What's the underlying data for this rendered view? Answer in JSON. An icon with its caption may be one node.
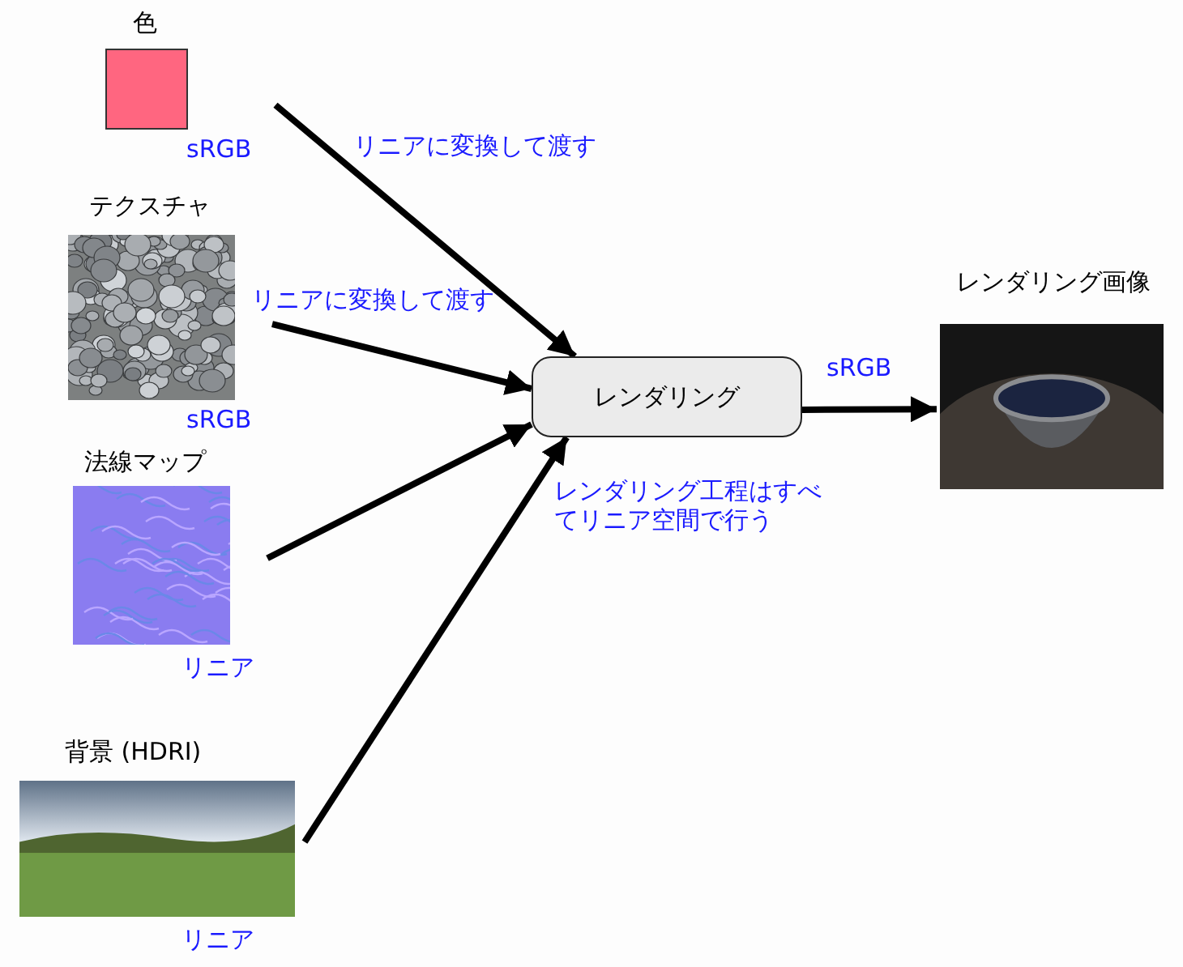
{
  "diagram": {
    "nodes": [
      {
        "text": [
          "色"
        ],
        "beside": [
          "sRGB"
        ]
      },
      {
        "text": [
          "テクスチャ"
        ],
        "beside": [
          "sRGB"
        ]
      },
      {
        "text": [
          "法線マップ"
        ],
        "beside": [
          "リニア"
        ]
      },
      {
        "text": [
          "背景 (HDRI)"
        ],
        "beside": [
          "リニア"
        ]
      },
      {
        "text": [
          "レンダリング"
        ]
      },
      {
        "text": [
          "レンダリング画像"
        ]
      }
    ],
    "edges": [
      {
        "from": 0,
        "to": 4,
        "arrow": "to",
        "label": "リニアに変換して渡す"
      },
      {
        "from": 1,
        "to": 4,
        "arrow": "to",
        "label": "リニアに変換して渡す"
      },
      {
        "from": 2,
        "to": 4,
        "arrow": "to"
      },
      {
        "from": 3,
        "to": 4,
        "arrow": "to"
      },
      {
        "from": 4,
        "to": 5,
        "arrow": "to",
        "label": "sRGB"
      }
    ],
    "labels": [
      "レンダリング工程はすべてリニア空間で行う"
    ]
  }
}
